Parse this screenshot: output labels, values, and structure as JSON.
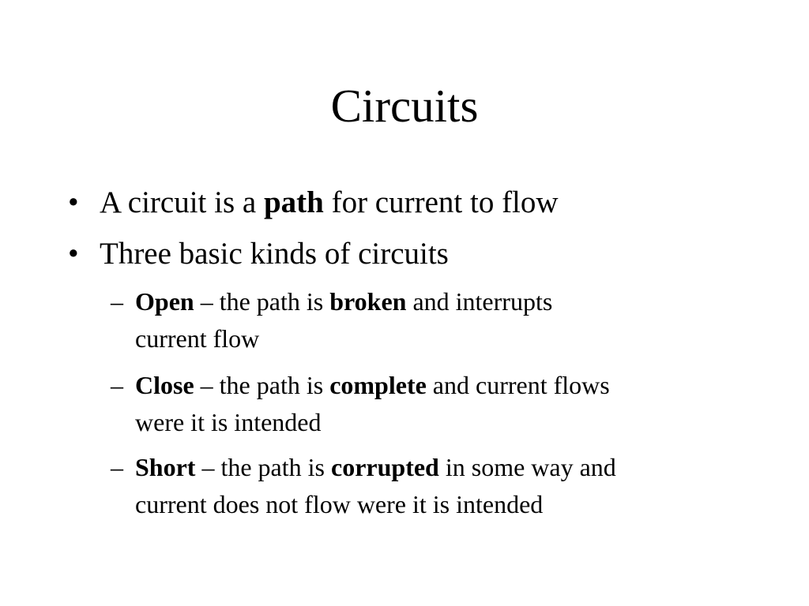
{
  "slide": {
    "title": "Circuits",
    "bullet_glyph": "•",
    "dash_glyph": "–",
    "bullets": [
      {
        "pre": "A circuit is a ",
        "bold": "path",
        "post": " for current to flow"
      },
      {
        "text": "Three basic kinds of circuits"
      }
    ],
    "sub_items": [
      {
        "term": "Open",
        "mid": " – the path is ",
        "bold": "broken",
        "line1_post": " and interrupts",
        "line2": "current flow"
      },
      {
        "term": "Close",
        "mid": " – the path is ",
        "bold": "complete",
        "line1_post": " and current flows",
        "line2": "were it is intended"
      },
      {
        "term": "Short",
        "mid": " – the path is ",
        "bold": "corrupted",
        "line1_post": " in some way and",
        "line2": "current does not flow were it is intended"
      }
    ]
  }
}
